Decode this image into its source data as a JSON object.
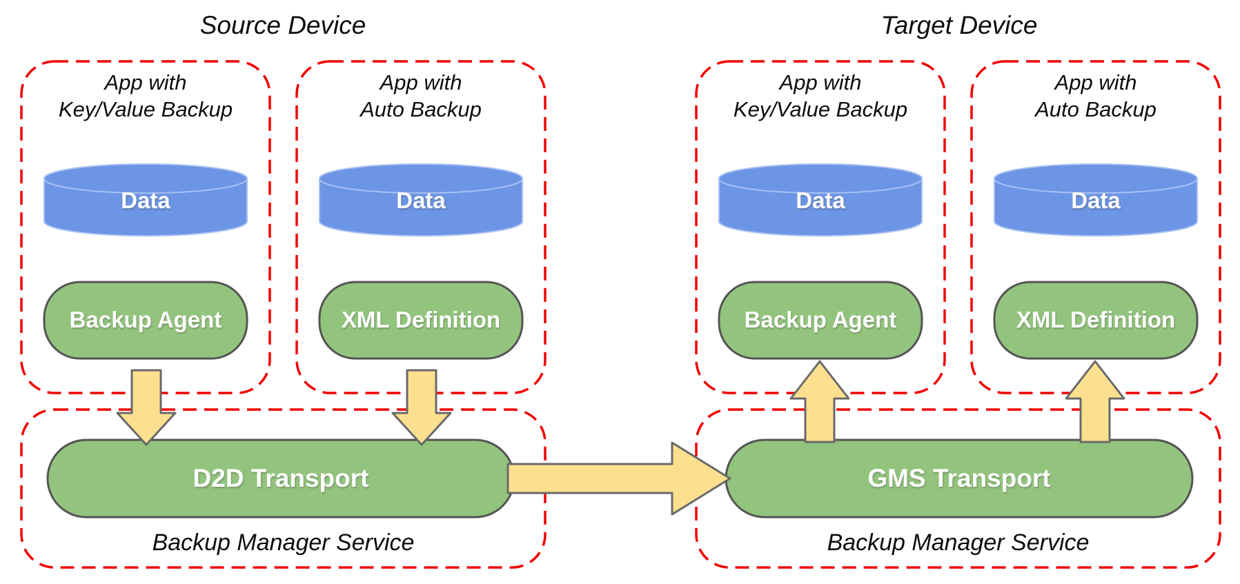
{
  "colors": {
    "container_border_red": "#F10000",
    "component_green": "#93C47D",
    "component_green_border": "#545454",
    "data_cylinder_blue": "#6D95E5",
    "flow_arrow_yellow": "#FDE08F",
    "flow_arrow_border": "#696969",
    "shape_label_white": "#FFFFFF",
    "text_black": "#0D0D0D"
  },
  "source": {
    "title": "Source Device",
    "apps": [
      {
        "title": "App with\nKey/Value Backup",
        "data_label": "Data",
        "component": "Backup Agent"
      },
      {
        "title": "App with\nAuto Backup",
        "data_label": "Data",
        "component": "XML Definition"
      }
    ],
    "manager": {
      "transport": "D2D Transport",
      "label": "Backup Manager Service"
    }
  },
  "target": {
    "title": "Target Device",
    "apps": [
      {
        "title": "App with\nKey/Value Backup",
        "data_label": "Data",
        "component": "Backup Agent"
      },
      {
        "title": "App with\nAuto Backup",
        "data_label": "Data",
        "component": "XML Definition"
      }
    ],
    "manager": {
      "transport": "GMS Transport",
      "label": "Backup Manager Service"
    }
  }
}
